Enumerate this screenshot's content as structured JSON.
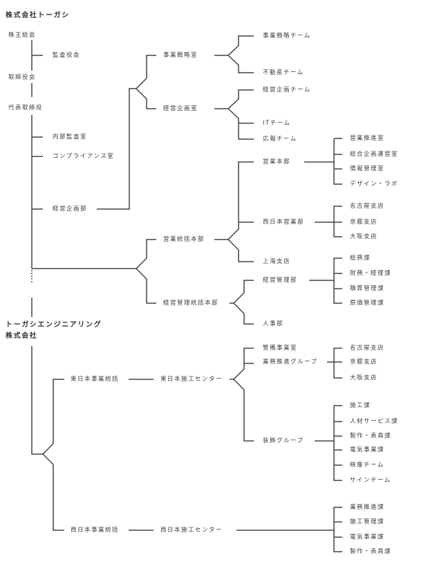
{
  "company1": {
    "name": "株式会社トーガシ",
    "shareholders_meeting": "株主総会",
    "auditor": "監査役会",
    "board": "取締役会",
    "ceo": "代表取締役",
    "internal_audit": "内部監査室",
    "compliance": "コンプライアンス室",
    "management_planning_div": "経営企画部",
    "strategy_office": "事業戦略室",
    "strategy_team": "事業戦略チーム",
    "real_estate_team": "不動産チーム",
    "planning_office": "経営企画室",
    "planning_team": "経営企画チーム",
    "it_team": "ITチーム",
    "pr_team": "広報チーム",
    "sales_hq_group": "営業統括本部",
    "sales_hq": "営業本部",
    "sales_promo": "営業推進室",
    "general_planning": "総合企画運営室",
    "info_mgmt": "情報管理室",
    "design_lab": "デザイン・ラボ",
    "west_sales": "西日本営業部",
    "nagoya": "名古屋支店",
    "kyoto": "京都支店",
    "osaka": "大阪支店",
    "shanghai": "上海支店",
    "admin_hq": "経営管理統括本部",
    "admin_div": "経営管理部",
    "general_affairs": "総務課",
    "finance": "財務・経理課",
    "estimation": "積算管理課",
    "cost": "原価管理課",
    "hr": "人事部"
  },
  "company2": {
    "name_line1": "トーガシエンジニアリング",
    "name_line2": "株式会社",
    "east_group": "東日本事業統括",
    "east_center": "東日本施工センター",
    "security": "警備事業室",
    "biz_promo_group": "業務推進グループ",
    "nagoya": "名古屋支店",
    "kyoto": "京都支店",
    "osaka": "大阪支店",
    "interior_group": "装飾グループ",
    "construction": "施工課",
    "hr_service": "人材サービス課",
    "production": "製作・表具課",
    "electric": "電気事業課",
    "video_team": "映像チーム",
    "sign_team": "サインチーム",
    "west_group": "西日本事業統括",
    "west_center": "西日本施工センター",
    "biz_promo": "業務推進課",
    "construction_mgmt": "施工管理課",
    "electric2": "電気事業課",
    "production2": "製作・表具課"
  }
}
